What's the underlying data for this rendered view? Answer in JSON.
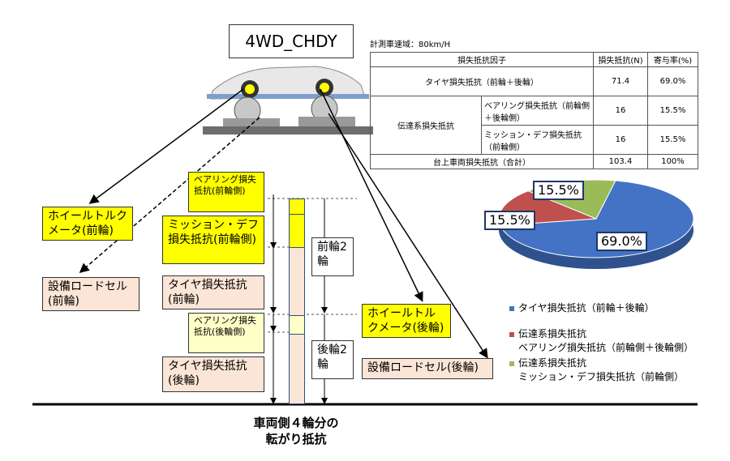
{
  "title": "4WD_CHDY",
  "table": {
    "caption": "計測車速域：80km/H",
    "headers": [
      "損失抵抗因子",
      "損失抵抗(N)",
      "寄与率(%)"
    ],
    "row_tire": {
      "label": "タイヤ損失抵抗（前輪＋後輪）",
      "value": "71.4",
      "share": "69.0%"
    },
    "group_label": "伝達系損失抵抗",
    "row_bearing": {
      "label": "ベアリング損失抵抗（前輪側＋後輪側）",
      "value": "16",
      "share": "15.5%"
    },
    "row_mission": {
      "label": "ミッション・デフ損失抵抗（前輪側）",
      "value": "16",
      "share": "15.5%"
    },
    "row_total": {
      "label": "台上車両損失抵抗（合計）",
      "value": "103.4",
      "share": "100%"
    }
  },
  "labels": {
    "wheel_torque_front": "ホイールトルクメータ(前輪)",
    "loadcell_front": "設備ロードセル(前輪)",
    "bearing_front": "ベアリング損失抵抗(前輪側)",
    "mission_front": "ミッション・デフ損失抵抗(前輪側)",
    "tire_front": "タイヤ損失抵抗(前輪)",
    "bearing_rear": "ベアリング損失抵抗(後輪側)",
    "tire_rear": "タイヤ損失抵抗(後輪)",
    "front_2": "前輪2輪",
    "rear_2": "後輪2輪",
    "wheel_torque_rear": "ホイールトルクメータ(後輪)",
    "loadcell_rear": "設備ロードセル(後輪)",
    "bottom_caption_1": "車両側４輪分の",
    "bottom_caption_2": "転がり抵抗"
  },
  "chart_data": {
    "type": "pie",
    "series": [
      {
        "name": "タイヤ損失抵抗（前輪＋後輪）",
        "value": 69.0,
        "label": "69.0%",
        "color": "#4472c4"
      },
      {
        "name": "伝達系損失抵抗 ベアリング損失抵抗（前輪側＋後輪側）",
        "value": 15.5,
        "label": "15.5%",
        "color": "#c0504d"
      },
      {
        "name": "伝達系損失抵抗 ミッション・デフ損失抵抗（前輪側）",
        "value": 15.5,
        "label": "15.5%",
        "color": "#9bbb59"
      }
    ],
    "legend": [
      {
        "line1": "タイヤ損失抵抗（前輪＋後輪）",
        "line2": ""
      },
      {
        "line1": "伝達系損失抵抗",
        "line2": "ベアリング損失抵抗（前輪側＋後輪側）"
      },
      {
        "line1": "伝達系損失抵抗",
        "line2": "ミッション・デフ損失抵抗（前輪側）"
      }
    ]
  }
}
